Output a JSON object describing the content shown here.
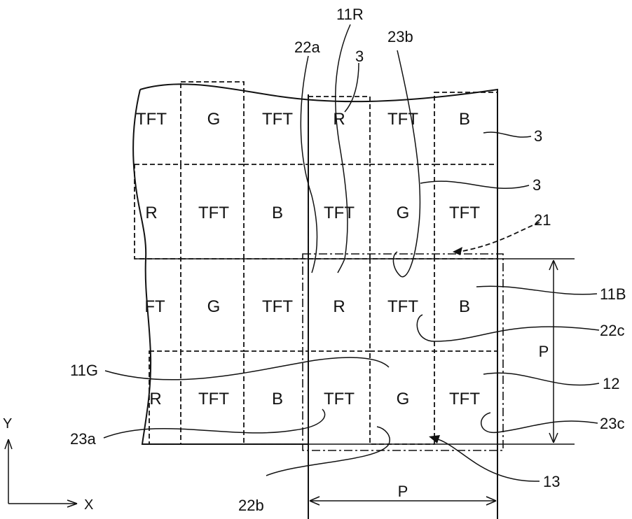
{
  "cells": {
    "tft": "TFT",
    "r": "R",
    "g": "G",
    "b": "B",
    "tft_partial": "FT",
    "r_partial": "R"
  },
  "labels": {
    "ref_11R": "11R",
    "ref_22a": "22a",
    "ref_3_top": "3",
    "ref_23b": "23b",
    "ref_3_b": "3",
    "ref_3_g": "3",
    "ref_21": "21",
    "ref_11B": "11B",
    "ref_22c": "22c",
    "ref_11G": "11G",
    "ref_12": "12",
    "ref_23a": "23a",
    "ref_23c": "23c",
    "ref_13": "13",
    "ref_22b": "22b",
    "pitch_horizontal": "P",
    "pitch_vertical": "P"
  },
  "axes": {
    "y_label": "Y",
    "x_label": "X"
  }
}
